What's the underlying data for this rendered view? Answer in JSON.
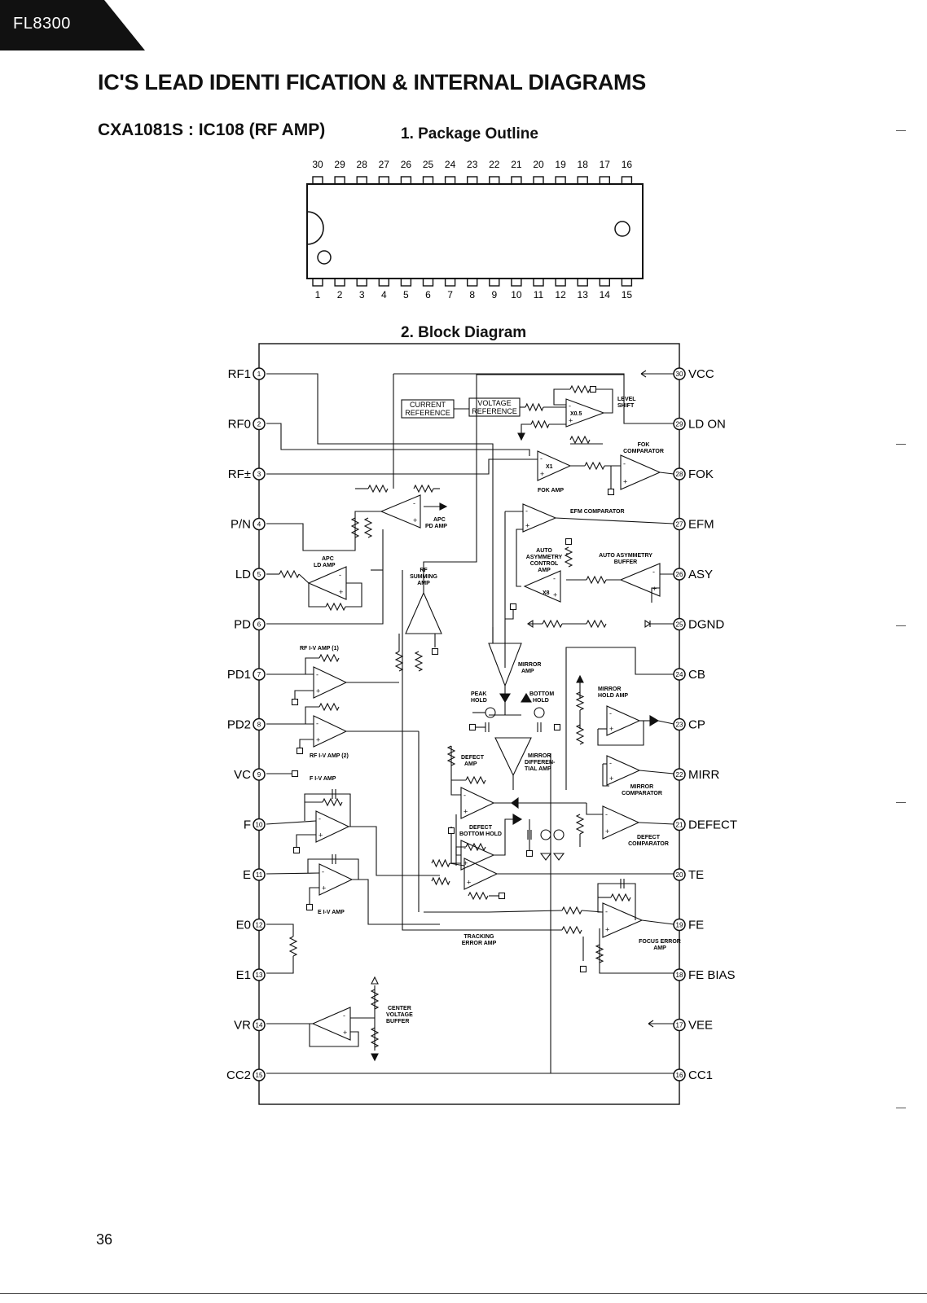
{
  "header_tab": "FL8300",
  "title": "IC'S LEAD IDENTI FICATION & INTERNAL DIAGRAMS",
  "subtitle": "CXA1081S : IC108 (RF AMP)",
  "section1": "1. Package Outline",
  "section2": "2. Block Diagram",
  "page_number": "36",
  "package": {
    "top_pins": [
      "30",
      "29",
      "28",
      "27",
      "26",
      "25",
      "24",
      "23",
      "22",
      "21",
      "20",
      "19",
      "18",
      "17",
      "16"
    ],
    "bottom_pins": [
      "1",
      "2",
      "3",
      "4",
      "5",
      "6",
      "7",
      "8",
      "9",
      "10",
      "11",
      "12",
      "13",
      "14",
      "15"
    ]
  },
  "left_pins": [
    {
      "num": "1",
      "label": "RF1"
    },
    {
      "num": "2",
      "label": "RF0"
    },
    {
      "num": "3",
      "label": "RF±"
    },
    {
      "num": "4",
      "label": "P/N"
    },
    {
      "num": "5",
      "label": "LD"
    },
    {
      "num": "6",
      "label": "PD"
    },
    {
      "num": "7",
      "label": "PD1"
    },
    {
      "num": "8",
      "label": "PD2"
    },
    {
      "num": "9",
      "label": "VC"
    },
    {
      "num": "10",
      "label": "F"
    },
    {
      "num": "11",
      "label": "E"
    },
    {
      "num": "12",
      "label": "E0"
    },
    {
      "num": "13",
      "label": "E1"
    },
    {
      "num": "14",
      "label": "VR"
    },
    {
      "num": "15",
      "label": "CC2"
    }
  ],
  "right_pins": [
    {
      "num": "30",
      "label": "VCC"
    },
    {
      "num": "29",
      "label": "LD ON"
    },
    {
      "num": "28",
      "label": "FOK"
    },
    {
      "num": "27",
      "label": "EFM"
    },
    {
      "num": "26",
      "label": "ASY"
    },
    {
      "num": "25",
      "label": "DGND"
    },
    {
      "num": "24",
      "label": "CB"
    },
    {
      "num": "23",
      "label": "CP"
    },
    {
      "num": "22",
      "label": "MIRR"
    },
    {
      "num": "21",
      "label": "DEFECT"
    },
    {
      "num": "20",
      "label": "TE"
    },
    {
      "num": "19",
      "label": "FE"
    },
    {
      "num": "18",
      "label": "FE BIAS"
    },
    {
      "num": "17",
      "label": "VEE"
    },
    {
      "num": "16",
      "label": "CC1"
    }
  ],
  "blocks": {
    "current_ref_1": "CURRENT",
    "current_ref_2": "REFERENCE",
    "voltage_ref_1": "VOLTAGE",
    "voltage_ref_2": "REFERENCE",
    "x05": "X0.5",
    "level_shift_1": "LEVEL",
    "level_shift_2": "SHIFT",
    "fok_comp_1": "FOK",
    "fok_comp_2": "COMPARATOR",
    "x1": "X1",
    "fok_amp": "FOK AMP",
    "efm_comp": "EFM COMPARATOR",
    "apc_pd_1": "APC",
    "apc_pd_2": "PD AMP",
    "apc_ld_1": "APC",
    "apc_ld_2": "LD AMP",
    "auto_asy_ctl_1": "AUTO",
    "auto_asy_ctl_2": "ASYMMETRY",
    "auto_asy_ctl_3": "CONTROL",
    "auto_asy_ctl_4": "AMP",
    "auto_asy_buf_1": "AUTO ASYMMETRY",
    "auto_asy_buf_2": "BUFFER",
    "x8": "X8",
    "rf_sum_1": "RF",
    "rf_sum_2": "SUMMING",
    "rf_sum_3": "AMP",
    "rf_iv1": "RF I-V AMP (1)",
    "rf_iv2": "RF I-V AMP (2)",
    "mirror_amp_1": "MIRROR",
    "mirror_amp_2": "AMP",
    "peak_hold_1": "PEAK",
    "peak_hold_2": "HOLD",
    "bottom_hold_1": "BOTTOM",
    "bottom_hold_2": "HOLD",
    "mirror_hold_1": "MIRROR",
    "mirror_hold_2": "HOLD AMP",
    "mirror_diff_1": "MIRROR",
    "mirror_diff_2": "DIFFEREN-",
    "mirror_diff_3": "TIAL AMP",
    "defect_amp_1": "DEFECT",
    "defect_amp_2": "AMP",
    "mirror_comp_1": "MIRROR",
    "mirror_comp_2": "COMPARATOR",
    "f_iv": "F I-V AMP",
    "defect_bh_1": "DEFECT",
    "defect_bh_2": "BOTTOM HOLD",
    "defect_comp_1": "DEFECT",
    "defect_comp_2": "COMPARATOR",
    "e_iv": "E I-V AMP",
    "tracking_1": "TRACKING",
    "tracking_2": "ERROR AMP",
    "focus_err_1": "FOCUS ERROR",
    "focus_err_2": "AMP",
    "center_v_1": "CENTER",
    "center_v_2": "VOLTAGE",
    "center_v_3": "BUFFER"
  }
}
